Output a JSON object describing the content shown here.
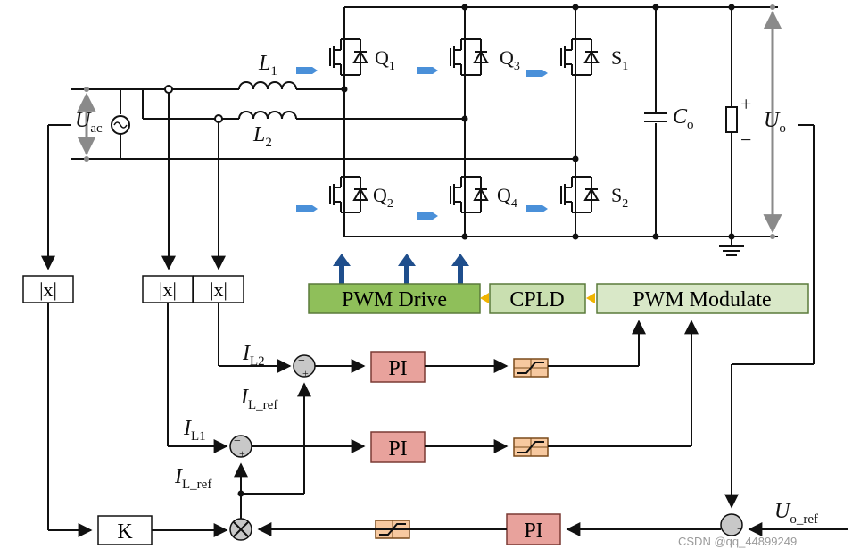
{
  "labels": {
    "L1": {
      "main": "L",
      "sub": "1"
    },
    "L2": {
      "main": "L",
      "sub": "2"
    },
    "Uac": {
      "main": "U",
      "sub": "ac"
    },
    "Co": {
      "main": "C",
      "sub": "o"
    },
    "Uo": {
      "main": "U",
      "sub": "o"
    },
    "Q1": {
      "main": "Q",
      "sub": "1"
    },
    "Q2": {
      "main": "Q",
      "sub": "2"
    },
    "Q3": {
      "main": "Q",
      "sub": "3"
    },
    "Q4": {
      "main": "Q",
      "sub": "4"
    },
    "S1": {
      "main": "S",
      "sub": "1"
    },
    "S2": {
      "main": "S",
      "sub": "2"
    },
    "IL2": {
      "main": "I",
      "sub": "L2"
    },
    "IL1": {
      "main": "I",
      "sub": "L1"
    },
    "ILref1": {
      "main": "I",
      "sub": "L_ref"
    },
    "ILref2": {
      "main": "I",
      "sub": "L_ref"
    },
    "Uoref": {
      "main": "U",
      "sub": "o_ref"
    }
  },
  "blocks": {
    "pwm_drive": "PWM Drive",
    "cpld": "CPLD",
    "pwm_modulate": "PWM  Modulate",
    "abs1": "|x|",
    "abs2": "|x|",
    "abs3": "|x|",
    "k": "K",
    "pi1": "PI",
    "pi2": "PI",
    "pi3": "PI"
  },
  "signs": {
    "plus": "+",
    "minus": "−"
  },
  "watermark": "CSDN @qq_44899249",
  "colors": {
    "pwm_drive_fill": "#8fbf5a",
    "cpld_fill": "#c9dfb0",
    "modulate_fill": "#d9e8c8",
    "pi_fill": "#e8a29c",
    "limiter_fill": "#f7c9a0",
    "blue_arrow": "#1f4e8c",
    "gate_signal": "#4a90d9",
    "sum_fill": "#c8c8c8",
    "yellow_marker": "#f0b400"
  }
}
